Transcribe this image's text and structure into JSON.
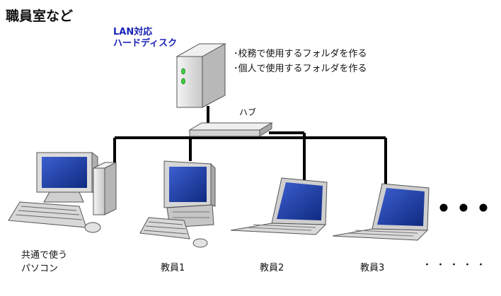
{
  "title": "職員室など",
  "nas": {
    "label_line1": "LAN対応",
    "label_line2": "ハードディスク"
  },
  "bullets": [
    "･校務で使用するフォルダを作る",
    "･個人で使用するフォルダを作る"
  ],
  "hub": {
    "label": "ハブ"
  },
  "devices": {
    "shared_pc": {
      "label_line1": "共通で使う",
      "label_line2": "パソコン"
    },
    "teacher1": {
      "label": "教員1"
    },
    "teacher2": {
      "label": "教員2"
    },
    "teacher3": {
      "label": "教員3"
    },
    "more": {
      "dots": "・・・・・"
    }
  },
  "colors": {
    "cable": "#000000",
    "screen": "#1f3fa8",
    "case": "#e6e6e6",
    "nas_label": "#1a23b8"
  }
}
